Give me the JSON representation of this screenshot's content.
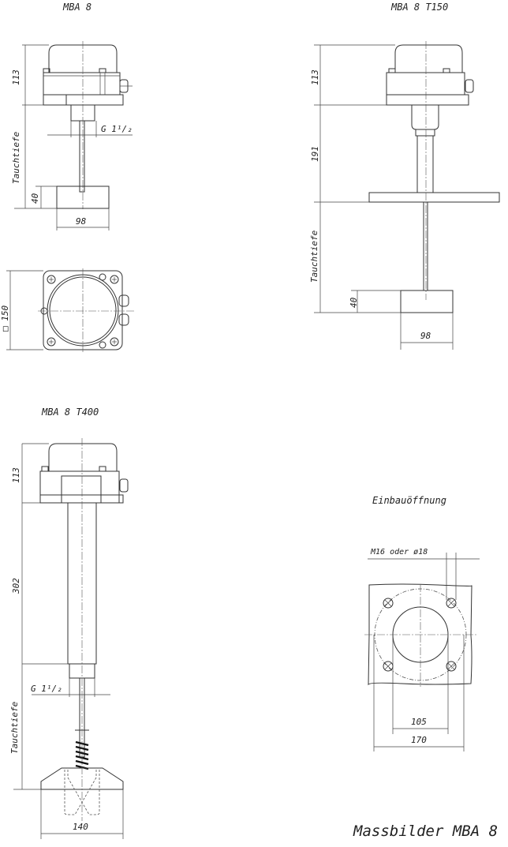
{
  "drawings": {
    "mba8": {
      "title": "MBA 8",
      "dims": {
        "housing_height": "113",
        "immersion": "Tauchtiefe",
        "thread": "G 1¹/₂",
        "foot_height": "40",
        "foot_width": "98"
      }
    },
    "mba8_top": {
      "dims": {
        "square": "□ 150"
      }
    },
    "mba8_t150": {
      "title": "MBA 8  T150",
      "dims": {
        "housing_height": "113",
        "extension": "191",
        "immersion": "Tauchtiefe",
        "foot_height": "40",
        "foot_width": "98"
      }
    },
    "mba8_t400": {
      "title": "MBA 8  T400",
      "dims": {
        "housing_height": "113",
        "extension": "302",
        "thread": "G 1¹/₂",
        "immersion": "Tauchtiefe",
        "foot_width": "140"
      }
    },
    "opening": {
      "title": "Einbauöffnung",
      "dims": {
        "hole": "M16 oder ø18",
        "inner": "105",
        "outer": "170"
      }
    }
  },
  "footer": {
    "caption": "Massbilder MBA 8"
  }
}
